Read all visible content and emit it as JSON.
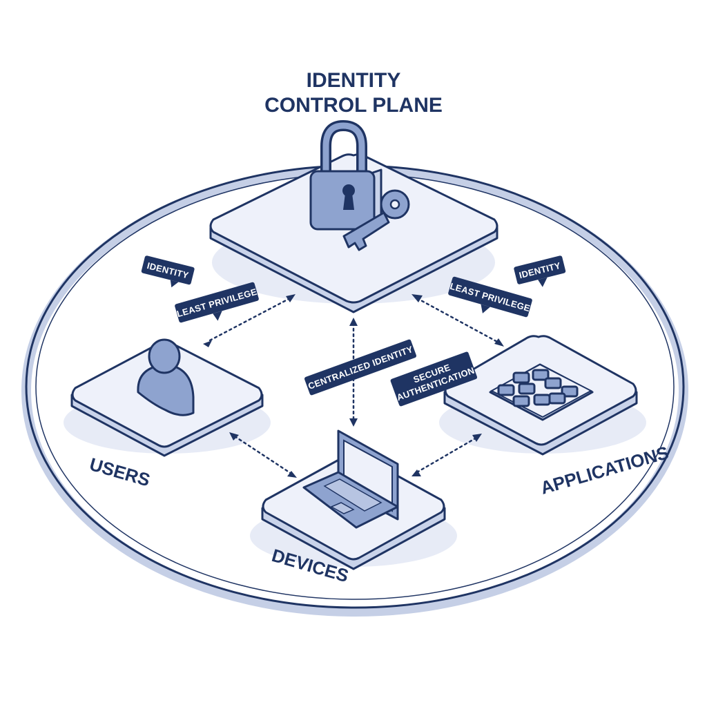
{
  "title": {
    "line1": "IDENTITY",
    "line2": "CONTROL PLANE"
  },
  "nodes": {
    "control_plane": {
      "icon": "padlock-and-key-icon"
    },
    "users": {
      "label": "USERS",
      "icon": "user-icon"
    },
    "devices": {
      "label": "DEVICES",
      "icon": "laptop-icon"
    },
    "applications": {
      "label": "APPLICATIONS",
      "icon": "app-grid-icon"
    }
  },
  "tags": {
    "identity_left": "IDENTITY",
    "least_privilege_left": "LEAST PRIVILEGE",
    "least_privilege_right": "LEAST PRIVILEGE",
    "identity_right": "IDENTITY",
    "centralized_identity": "CENTRALIZED IDENTITY",
    "secure_authentication_line1": "SECURE",
    "secure_authentication_line2": "AUTHENTICATION"
  },
  "colors": {
    "primary": "#1f3463",
    "platform_top": "#eef1fa",
    "platform_side": "#c9d3ea",
    "icon_fill": "#8ea3cf",
    "ring": "#c5cfe6"
  }
}
